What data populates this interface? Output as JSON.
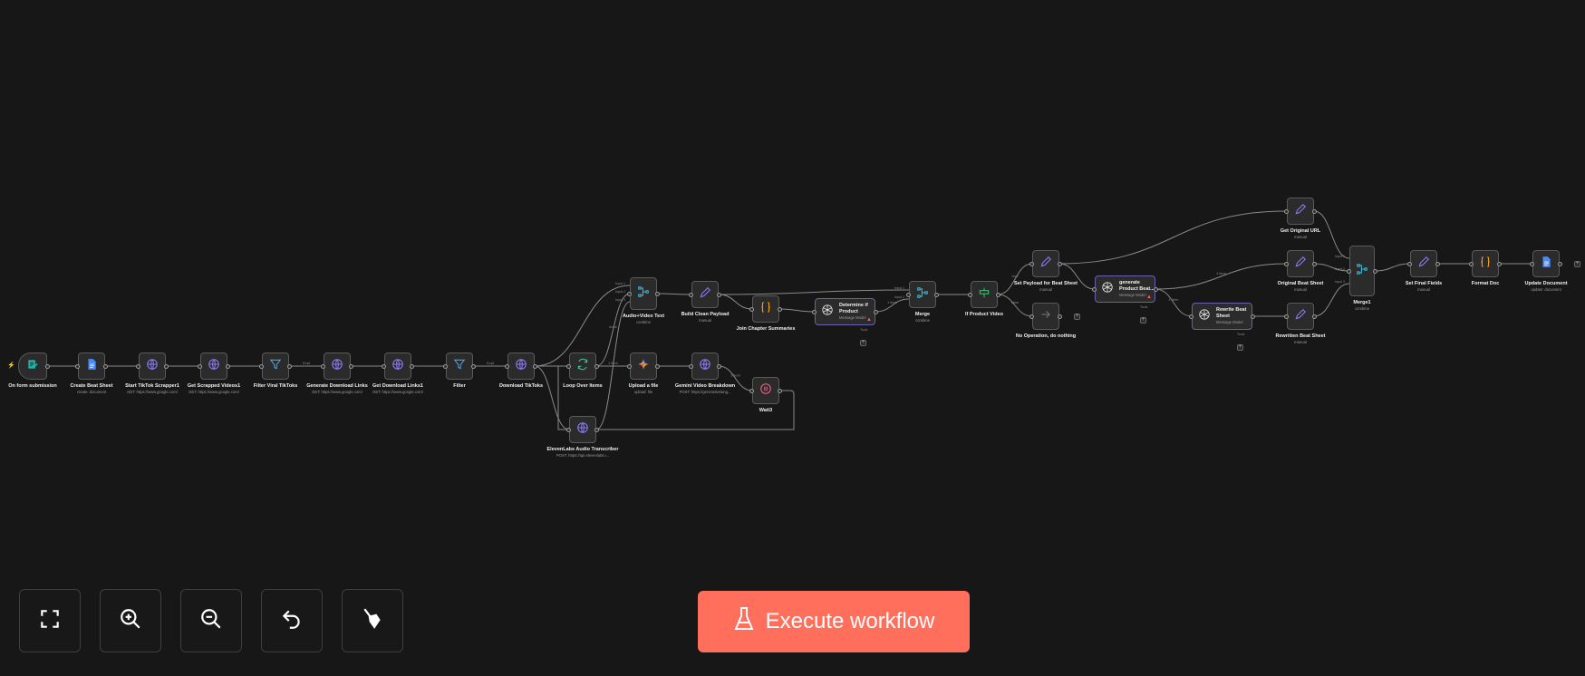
{
  "nodes": [
    {
      "id": "form",
      "label": "On form submission",
      "icon": "form-icon",
      "color": "#21b3a8"
    },
    {
      "id": "create",
      "label": "Create Beat Sheet",
      "sub": "create: document",
      "icon": "doc-icon",
      "color": "#4c8bf5"
    },
    {
      "id": "start",
      "label": "Start TikTok Scrapper1",
      "sub": "GET: https://www.google.com/",
      "icon": "globe-icon",
      "color": "#8b7cf6"
    },
    {
      "id": "getscr",
      "label": "Get Scrapped Videos1",
      "sub": "GET: https://www.google.com/",
      "icon": "globe-icon",
      "color": "#8b7cf6"
    },
    {
      "id": "fviral",
      "label": "Filter Viral TikToks",
      "icon": "filter-icon",
      "color": "#4ba3e3"
    },
    {
      "id": "gendl",
      "label": "Generate Download Links",
      "sub": "GET: https://www.google.com/",
      "icon": "globe-icon",
      "color": "#8b7cf6"
    },
    {
      "id": "getdl",
      "label": "Get Download Links1",
      "sub": "GET: https://www.google.com/",
      "icon": "globe-icon",
      "color": "#8b7cf6"
    },
    {
      "id": "filter",
      "label": "Filter",
      "icon": "filter-icon",
      "color": "#4ba3e3"
    },
    {
      "id": "dl",
      "label": "Download TikToks",
      "icon": "globe-icon",
      "color": "#8b7cf6"
    },
    {
      "id": "loop",
      "label": "Loop Over Items",
      "icon": "loop-icon",
      "color": "#3fbf9f"
    },
    {
      "id": "upload",
      "label": "Upload a file",
      "sub": "upload: file",
      "icon": "gemini-icon",
      "color": "#4c8bf5"
    },
    {
      "id": "gemini",
      "label": "Gemini Video Breakdown",
      "sub": "POST: https://generativelang...",
      "icon": "globe-icon",
      "color": "#8b7cf6"
    },
    {
      "id": "wait",
      "label": "Wait3",
      "icon": "wait-icon",
      "color": "#f0648a"
    },
    {
      "id": "eleven",
      "label": "ElevenLabs Audio Transcriber",
      "sub": "POST: https://api.elevenlabs.i...",
      "icon": "globe-icon",
      "color": "#8b7cf6"
    },
    {
      "id": "av",
      "label": "Audio+Video Text",
      "sub": "combine",
      "icon": "merge-icon",
      "color": "#3fb8d6"
    },
    {
      "id": "build",
      "label": "Build Clean Payload",
      "sub": "manual",
      "icon": "pencil-icon",
      "color": "#8b7cf6"
    },
    {
      "id": "join",
      "label": "Join Chapter Summaries",
      "icon": "braces-icon",
      "color": "#f59e0b"
    },
    {
      "id": "determine",
      "label": "Determine if Product",
      "sub": "Message Model",
      "icon": "openai-icon",
      "color": "#e8e8e8",
      "ai": true,
      "warn": true
    },
    {
      "id": "merge",
      "label": "Merge",
      "sub": "combine",
      "icon": "merge-icon",
      "color": "#3fb8d6"
    },
    {
      "id": "ifprod",
      "label": "If Product Video",
      "icon": "if-icon",
      "color": "#3fbf6f"
    },
    {
      "id": "noop",
      "label": "No Operation, do nothing",
      "icon": "arrow-icon",
      "color": "#777"
    },
    {
      "id": "setpay",
      "label": "Set Payload for Beat Sheet",
      "sub": "manual",
      "icon": "pencil-icon",
      "color": "#8b7cf6"
    },
    {
      "id": "genbeat",
      "label": "generate Product Beat...",
      "sub": "Message Model",
      "icon": "openai-icon",
      "color": "#e8e8e8",
      "ai": true,
      "warn": true
    },
    {
      "id": "rewrite",
      "label": "Rewrite Beat Sheet",
      "sub": "Message Model",
      "icon": "openai-icon",
      "color": "#e8e8e8",
      "ai": true
    },
    {
      "id": "origurl",
      "label": "Get Original URL",
      "sub": "manual",
      "icon": "pencil-icon",
      "color": "#8b7cf6"
    },
    {
      "id": "origbeat",
      "label": "Original Beat Sheet",
      "sub": "manual",
      "icon": "pencil-icon",
      "color": "#8b7cf6"
    },
    {
      "id": "rewritten",
      "label": "Rewritten Beat Sheet",
      "sub": "manual",
      "icon": "pencil-icon",
      "color": "#8b7cf6"
    },
    {
      "id": "merge1",
      "label": "Merge1",
      "sub": "combine",
      "icon": "merge-icon",
      "color": "#3fb8d6"
    },
    {
      "id": "final",
      "label": "Set Final Fields",
      "sub": "manual",
      "icon": "pencil-icon",
      "color": "#8b7cf6"
    },
    {
      "id": "format",
      "label": "Format Doc",
      "icon": "braces-icon",
      "color": "#f59e0b"
    },
    {
      "id": "update",
      "label": "Update Document",
      "sub": "update: document",
      "icon": "doc-icon",
      "color": "#4c8bf5"
    }
  ],
  "connections": [
    [
      "form",
      "create"
    ],
    [
      "create",
      "start"
    ],
    [
      "start",
      "getscr"
    ],
    [
      "getscr",
      "fviral"
    ],
    [
      "fviral",
      "gendl",
      "Kept"
    ],
    [
      "gendl",
      "getdl"
    ],
    [
      "getdl",
      "filter"
    ],
    [
      "filter",
      "dl",
      "Kept"
    ],
    [
      "dl",
      "av"
    ],
    [
      "dl",
      "loop"
    ],
    [
      "dl",
      "eleven"
    ],
    [
      "loop",
      "av",
      "done"
    ],
    [
      "loop",
      "upload",
      "1 item"
    ],
    [
      "upload",
      "gemini"
    ],
    [
      "gemini",
      "wait",
      "1 item"
    ],
    [
      "wait",
      "loop"
    ],
    [
      "eleven",
      "av"
    ],
    [
      "av",
      "build"
    ],
    [
      "build",
      "merge"
    ],
    [
      "build",
      "join"
    ],
    [
      "join",
      "determine"
    ],
    [
      "determine",
      "merge",
      "1 item"
    ],
    [
      "merge",
      "ifprod"
    ],
    [
      "ifprod",
      "setpay",
      "true"
    ],
    [
      "ifprod",
      "noop",
      "false"
    ],
    [
      "setpay",
      "origurl"
    ],
    [
      "setpay",
      "genbeat"
    ],
    [
      "genbeat",
      "origbeat",
      "1 item"
    ],
    [
      "genbeat",
      "rewrite",
      "1 item"
    ],
    [
      "rewrite",
      "rewritten"
    ],
    [
      "origurl",
      "merge1"
    ],
    [
      "origbeat",
      "merge1"
    ],
    [
      "rewritten",
      "merge1"
    ],
    [
      "merge1",
      "final"
    ],
    [
      "final",
      "format"
    ],
    [
      "format",
      "update"
    ]
  ],
  "input_labels": [
    "Input 1",
    "Input 2",
    "Input 3"
  ],
  "tools_label": "Tools",
  "toolbar": [
    {
      "name": "fit-view-button",
      "icon": "fit-view-icon"
    },
    {
      "name": "zoom-in-button",
      "icon": "zoom-in-icon"
    },
    {
      "name": "zoom-out-button",
      "icon": "zoom-out-icon"
    },
    {
      "name": "undo-button",
      "icon": "undo-icon"
    },
    {
      "name": "tidy-up-button",
      "icon": "broom-icon"
    }
  ],
  "execute_label": "Execute workflow",
  "accent": "#ff6f5c"
}
